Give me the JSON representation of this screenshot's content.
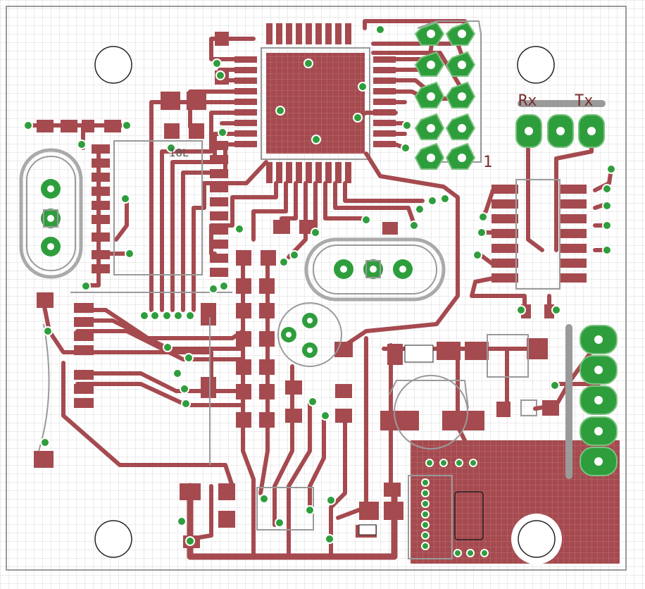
{
  "labels": {
    "rx": "Rx",
    "tx": "Tx",
    "pin_one": "1",
    "ic_mark": "18L"
  },
  "colors": {
    "copper": "#a54a4f",
    "copper_dark": "#8e3a3f",
    "pad_green": "#2e9e3c",
    "pad_ring": "#7bc27f",
    "silk": "#9a9a9a",
    "grid": "#d7d7d7",
    "board_bg": "#ffffff"
  }
}
